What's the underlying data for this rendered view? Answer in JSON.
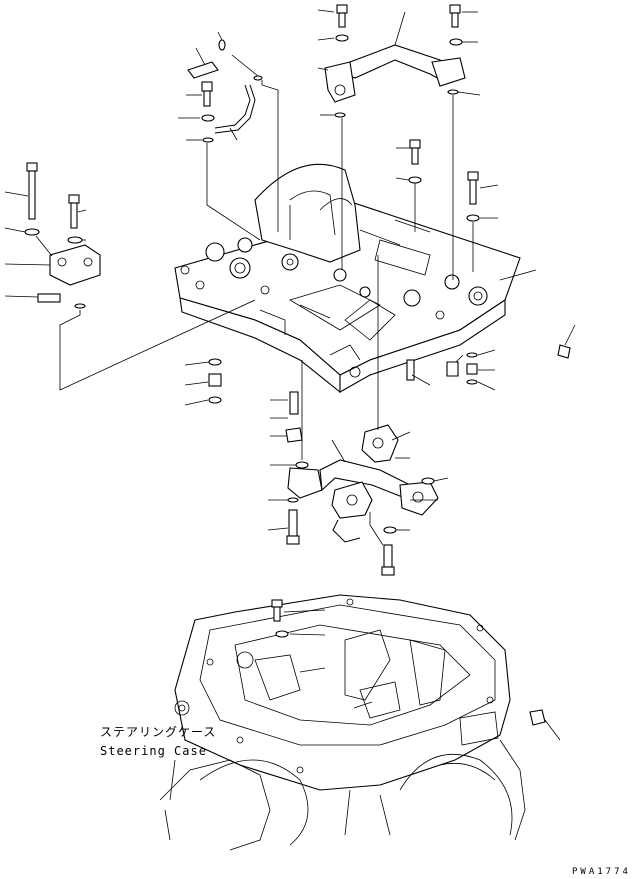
{
  "drawing": {
    "caption_jp": "ステアリングケース",
    "caption_en": "Steering Case",
    "drawing_code": "PWA1774"
  }
}
